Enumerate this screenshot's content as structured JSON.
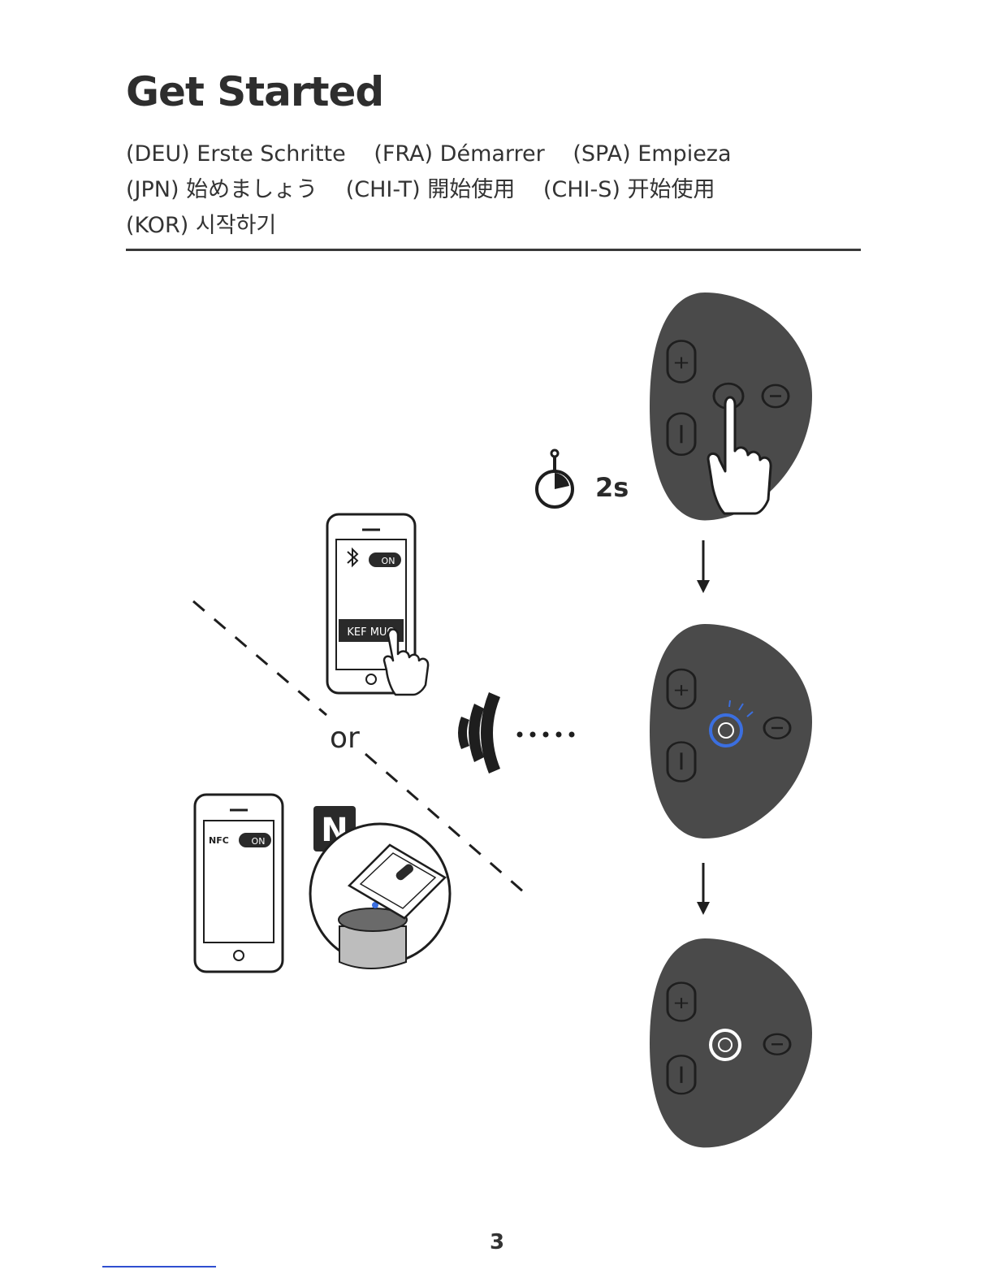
{
  "page": {
    "title": "Get Started",
    "languages": [
      [
        "(DEU) Erste Schritte",
        "(FRA) Démarrer",
        "(SPA) Empieza"
      ],
      [
        "(JPN) 始めましょう",
        "(CHI-T) 開始使用",
        "(CHI-S) 开始使用"
      ],
      [
        "(KOR) 시작하기"
      ]
    ],
    "page_number": "3"
  },
  "illustration": {
    "hold_time": "2s",
    "separator_word": "or",
    "phone_bt_toggle": "ON",
    "phone_bt_device": "KEF MUO",
    "phone_nfc_label": "NFC",
    "phone_nfc_toggle": "ON",
    "nfc_logo": "N",
    "speaker_button_plus": "+",
    "speaker_button_minus": "−",
    "icons": [
      "bluetooth-icon",
      "nfc-icon",
      "timer-icon",
      "signal-waves-icon",
      "hand-pointer-icon",
      "power-icon",
      "arrow-down-icon"
    ],
    "colors": {
      "speaker": "#4a4a4a",
      "led_blue": "#3b6fe0",
      "led_white": "#ffffff",
      "ink": "#2a2a2a"
    }
  }
}
